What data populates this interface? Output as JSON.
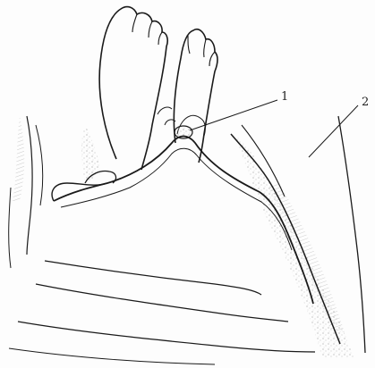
{
  "figure": {
    "labels": [
      {
        "id": "1",
        "text": "1"
      },
      {
        "id": "2",
        "text": "2"
      }
    ]
  },
  "colors": {
    "ink": "#1a1a1a",
    "stipple": "#8f8f8f",
    "paper": "#fdfdfd"
  }
}
